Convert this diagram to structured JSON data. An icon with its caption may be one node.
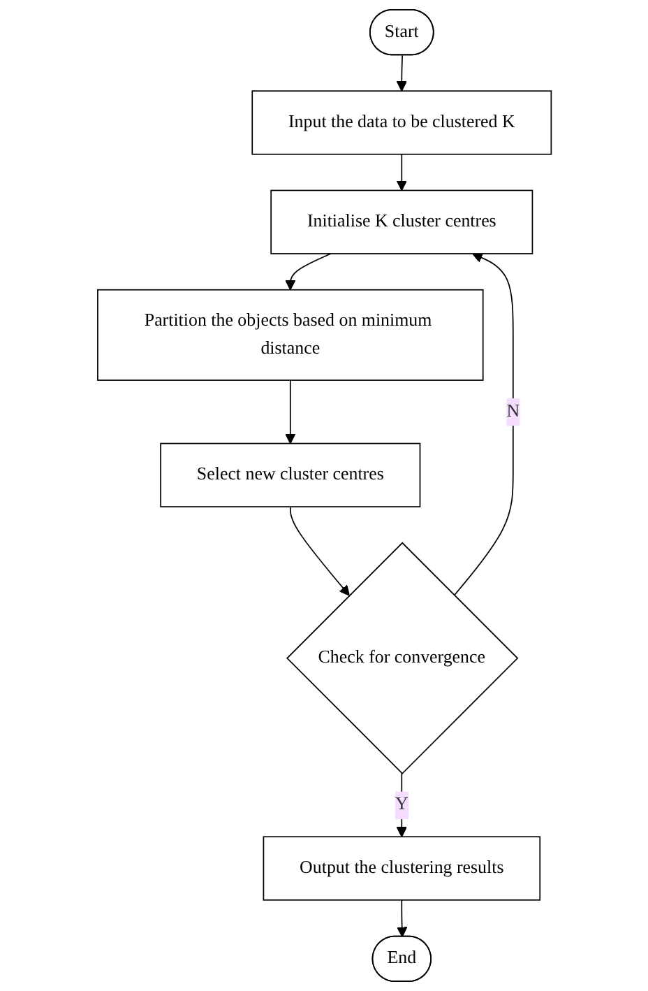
{
  "diagram": {
    "nodes": [
      {
        "text": [
          "Start"
        ]
      },
      {
        "text": [
          "Input the data to be clustered K"
        ]
      },
      {
        "text": [
          "Initialise K cluster centres"
        ]
      },
      {
        "text": [
          "Partition the objects based on minimum distance"
        ]
      },
      {
        "text": [
          "Select new cluster centres"
        ]
      },
      {
        "text": [
          "Check for convergence"
        ]
      },
      {
        "text": [
          "Output the clustering results"
        ]
      },
      {
        "text": [
          "End"
        ]
      }
    ],
    "edges": [
      {
        "from": 0,
        "to": 1,
        "arrow": "to"
      },
      {
        "from": 1,
        "to": 2,
        "arrow": "to"
      },
      {
        "from": 2,
        "to": 3,
        "arrow": "to"
      },
      {
        "from": 3,
        "to": 4,
        "arrow": "to"
      },
      {
        "from": 4,
        "to": 5,
        "arrow": "to"
      },
      {
        "from": 5,
        "to": 6,
        "label": "Y",
        "arrow": "to"
      },
      {
        "from": 5,
        "to": 2,
        "label": "N",
        "arrow": "to"
      },
      {
        "from": 6,
        "to": 7,
        "arrow": "to"
      }
    ]
  }
}
